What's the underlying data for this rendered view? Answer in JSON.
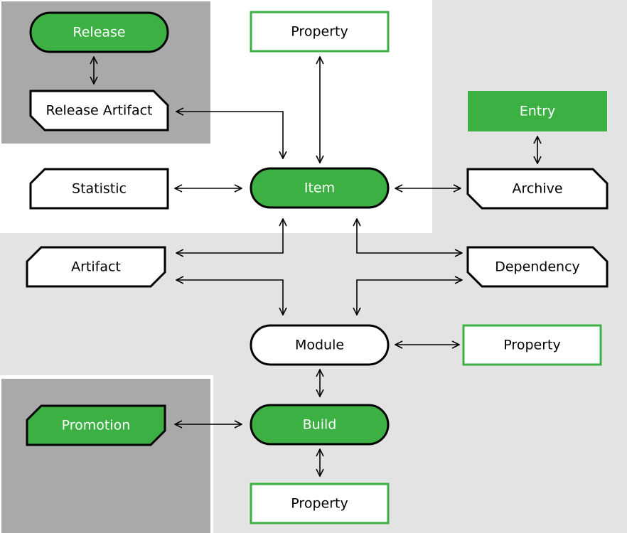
{
  "colors": {
    "green": "#3cb043",
    "panel_light": "#e3e3e3",
    "panel_dark": "#a9a9a9",
    "outline": "#000000",
    "white": "#ffffff"
  },
  "nodes": {
    "release": "Release",
    "release_artifact": "Release Artifact",
    "property_top": "Property",
    "entry": "Entry",
    "statistic": "Statistic",
    "item": "Item",
    "archive": "Archive",
    "artifact": "Artifact",
    "dependency": "Dependency",
    "module": "Module",
    "property_right": "Property",
    "promotion": "Promotion",
    "build": "Build",
    "property_bottom": "Property"
  }
}
